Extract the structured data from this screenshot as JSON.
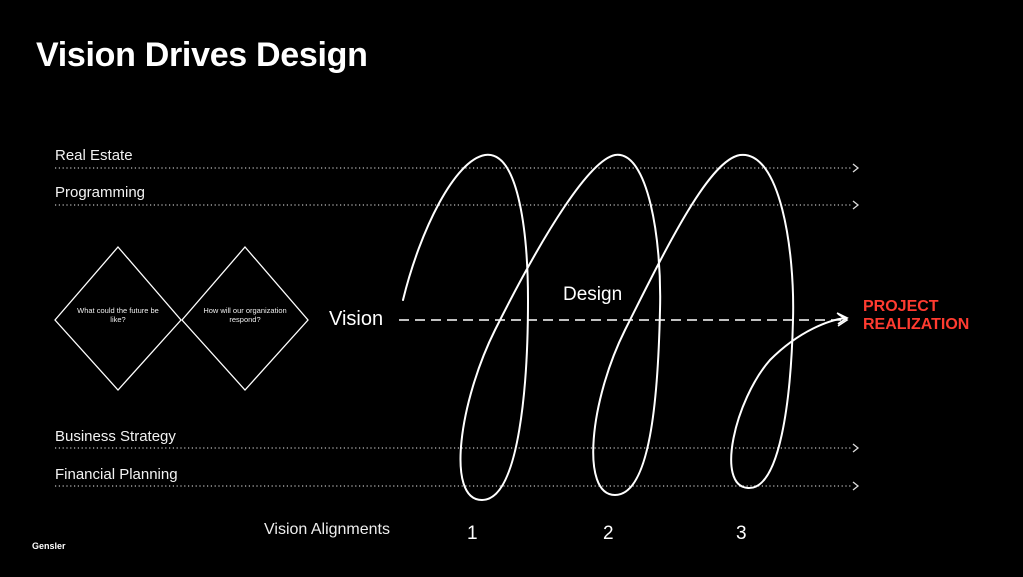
{
  "title": "Vision Drives Design",
  "lanes_top": [
    "Real Estate",
    "Programming"
  ],
  "lanes_bottom": [
    "Business Strategy",
    "Financial Planning"
  ],
  "diamonds": [
    "What could the future be like?",
    "How will our organization respond?"
  ],
  "vision_label": "Vision",
  "design_label": "Design",
  "project_realization": "PROJECT\nREALIZATION",
  "alignments_label": "Vision Alignments",
  "alignment_numbers": [
    "1",
    "2",
    "3"
  ],
  "brand": "Gensler",
  "colors": {
    "background": "#000000",
    "foreground": "#ffffff",
    "accent": "#ff3b30"
  }
}
